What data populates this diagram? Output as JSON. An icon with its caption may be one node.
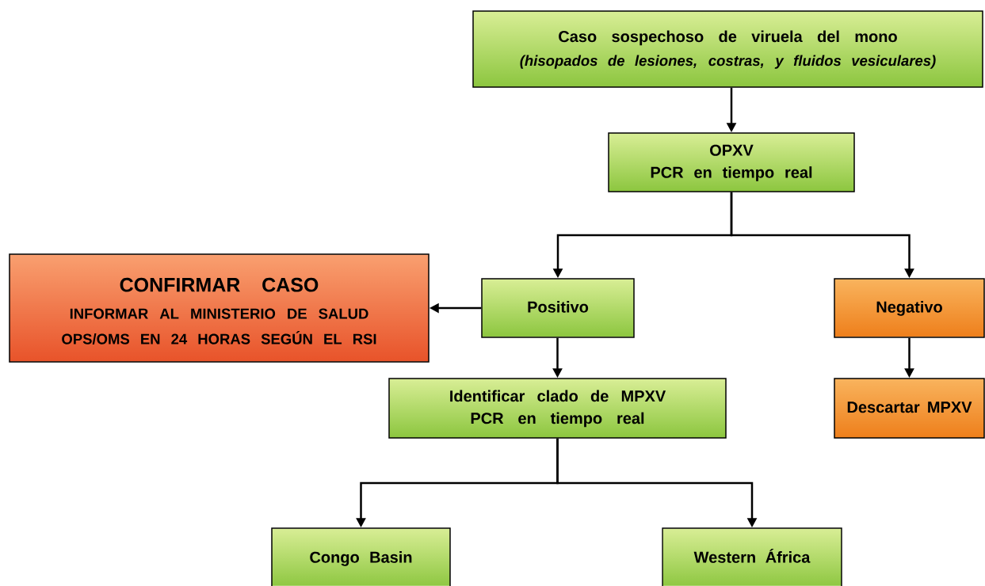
{
  "diagram": {
    "nodes": [
      {
        "text": [
          "Caso sospechoso de viruela del mono",
          "(hisopados de lesiones, costras, y fluidos vesiculares)"
        ]
      },
      {
        "text": [
          "OPXV",
          "PCR en tiempo real"
        ]
      },
      {
        "text": [
          "CONFIRMAR CASO",
          "INFORMAR AL MINISTERIO DE SALUD OPS/OMS EN 24 HORAS SEGÚN EL RSI"
        ]
      },
      {
        "text": [
          "Positivo"
        ]
      },
      {
        "text": [
          "Negativo"
        ]
      },
      {
        "text": [
          "Identificar clado de MPXV",
          "PCR en tiempo real"
        ]
      },
      {
        "text": [
          "Descartar MPXV"
        ]
      },
      {
        "text": [
          "Congo Basin"
        ]
      },
      {
        "text": [
          "Western África"
        ]
      }
    ],
    "edges": [
      {
        "from": 0,
        "to": 1,
        "arrow": "to"
      },
      {
        "from": 1,
        "to": 3,
        "arrow": "to"
      },
      {
        "from": 1,
        "to": 4,
        "arrow": "to"
      },
      {
        "from": 3,
        "to": 2,
        "arrow": "to"
      },
      {
        "from": 3,
        "to": 5,
        "arrow": "to"
      },
      {
        "from": 4,
        "to": 6,
        "arrow": "to"
      },
      {
        "from": 5,
        "to": 7,
        "arrow": "to"
      },
      {
        "from": 5,
        "to": 8,
        "arrow": "to"
      }
    ]
  }
}
